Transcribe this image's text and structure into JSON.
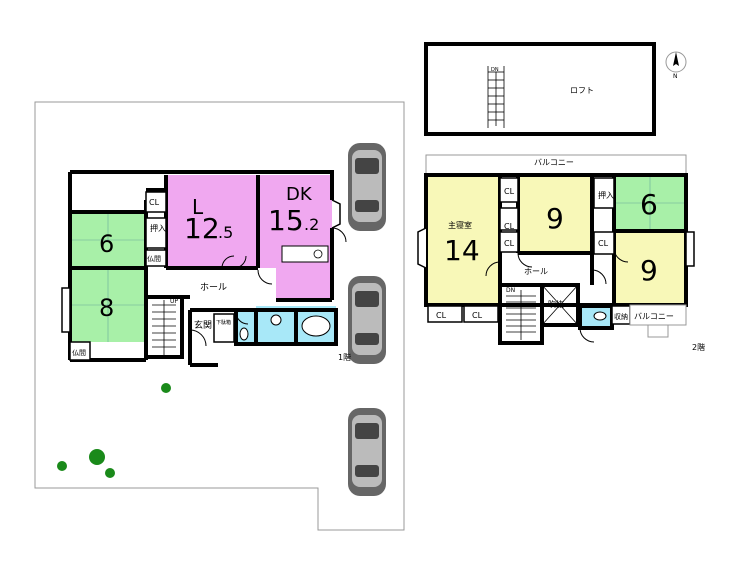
{
  "floor1": {
    "floor_label": "1階",
    "rooms": {
      "living_letter": "L",
      "living_size": "12",
      "living_dec": ".5",
      "dk_letter": "DK",
      "dk_size": "15",
      "dk_dec": ".2",
      "washitsu_a": "6",
      "washitsu_b": "8",
      "hall": "ホール",
      "genkan": "玄関",
      "cl": "CL",
      "oshiire": "押入",
      "butsuma": "仏間",
      "butsuma2": "仏間",
      "stairs_up": "UP",
      "shoe_box": "下駄箱"
    },
    "colors": {
      "living": "#f0a8f0",
      "dk": "#f0a8f0",
      "tatami": "#a8f0a8",
      "wet": "#a8e8f8"
    }
  },
  "floor2": {
    "floor_label": "2階",
    "loft": "ロフト",
    "loft_stairs": "DN",
    "rooms": {
      "master_label": "主寝室",
      "master_size": "14",
      "room_a": "9",
      "room_b": "6",
      "room_c": "9",
      "hall": "ホール",
      "fukinuke": "吹抜",
      "balcony_top": "バルコニー",
      "balcony_right": "バルコニー",
      "cl": "CL",
      "oshiire": "押入",
      "shuno": "収納",
      "stairs_dn": "DN"
    },
    "colors": {
      "western": "#f8f8b8",
      "tatami": "#a8f0a8",
      "wet": "#a8e8f8"
    }
  },
  "compass": {
    "label": "N"
  }
}
